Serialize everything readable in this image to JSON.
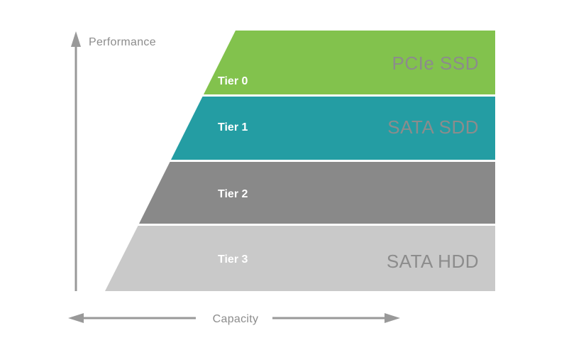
{
  "colors": {
    "background": "#ffffff",
    "axis": "#999999",
    "axis_label": "#8c8c8c",
    "tier_label": "#ffffff",
    "side_label": "#8c8c8c"
  },
  "axes": {
    "y_label": "Performance",
    "x_label": "Capacity"
  },
  "tiers": [
    {
      "label": "Tier 0",
      "side_label": "PCIe SSD",
      "color": "#82c24d"
    },
    {
      "label": "Tier 1",
      "side_label": "SATA SDD",
      "color": "#249da3"
    },
    {
      "label": "Tier 2",
      "side_label": "",
      "color": "#898989"
    },
    {
      "label": "Tier 3",
      "side_label": "SATA HDD",
      "color": "#c9c9c9"
    }
  ]
}
